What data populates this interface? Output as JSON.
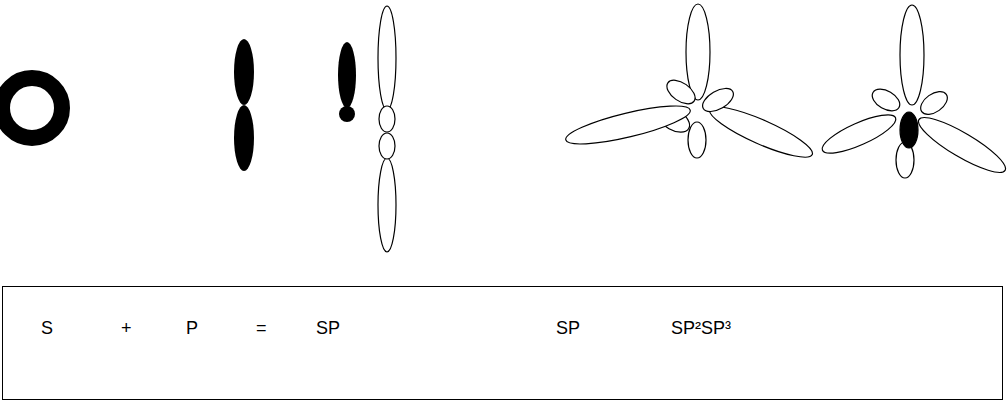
{
  "diagram": {
    "nodes": [
      {
        "text": [
          "S",
          "+",
          "P",
          "=",
          "SP",
          "SP",
          "SP²SP³"
        ]
      }
    ]
  }
}
